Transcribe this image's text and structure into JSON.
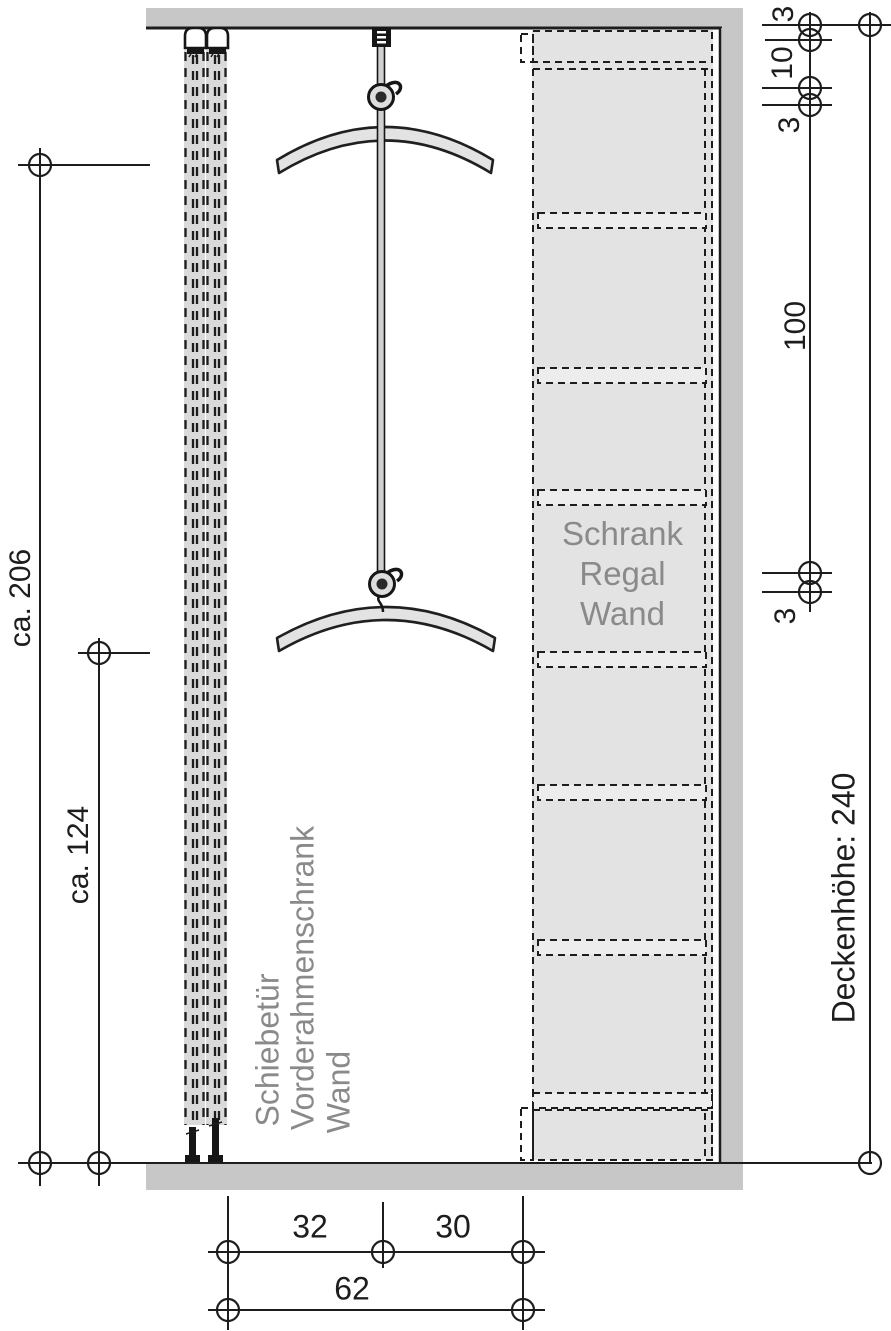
{
  "dimensions": {
    "left_outer": "ca. 206",
    "left_inner": "ca. 124",
    "right_top_chain": [
      "3",
      "10",
      "3"
    ],
    "right_shelf_span": "100",
    "right_lower": "3",
    "ceiling_height": "Deckenhöhe: 240",
    "bottom_front": "32",
    "bottom_back": "30",
    "bottom_total": "62"
  },
  "labels": {
    "door_zone": [
      "Schiebetür",
      "Vorderahmenschrank",
      "Wand"
    ],
    "shelf_zone": [
      "Schrank",
      "Regal",
      "Wand"
    ]
  },
  "colors": {
    "structure_gray": "#c7c7c7",
    "panel_gray": "#e3e3e3",
    "label_gray": "#8a8a8a",
    "line_black": "#1d1d1d"
  }
}
